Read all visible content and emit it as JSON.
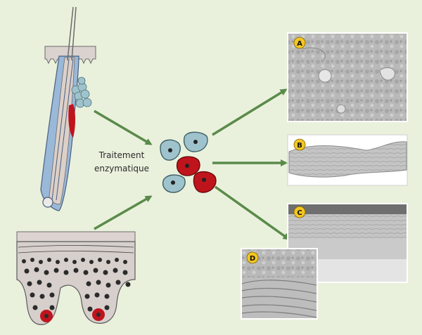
{
  "caption": {
    "line1": "Traitement",
    "line2": "enzymatique"
  },
  "panels": [
    {
      "letter": "A"
    },
    {
      "letter": "B"
    },
    {
      "letter": "C"
    },
    {
      "letter": "D"
    }
  ],
  "colors": {
    "background": "#e9f1dc",
    "arrow": "#5a8a4a",
    "stem_cell": "#c0141c",
    "keratinocyte": "#9fc3cc",
    "badge": "#f3c623"
  }
}
